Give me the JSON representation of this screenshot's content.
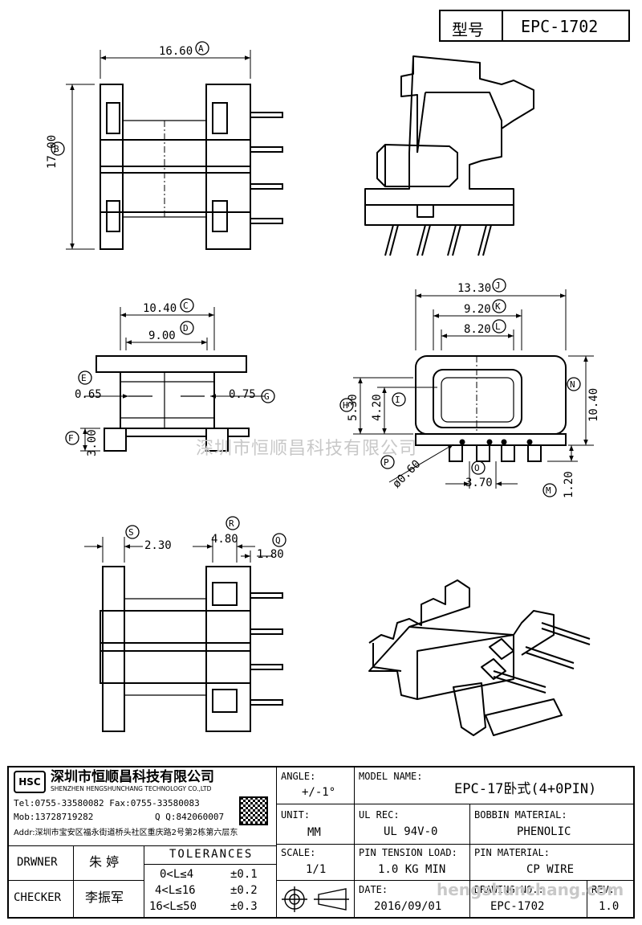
{
  "header": {
    "model_label": "型号",
    "model_value": "EPC-1702"
  },
  "dimensions": {
    "A": {
      "letter": "A",
      "value": "16.60"
    },
    "B": {
      "letter": "B",
      "value": "17.00"
    },
    "C": {
      "letter": "C",
      "value": "10.40"
    },
    "D": {
      "letter": "D",
      "value": "9.00"
    },
    "E": {
      "letter": "E",
      "value": "0.65"
    },
    "G": {
      "letter": "G",
      "value": "0.75"
    },
    "F": {
      "letter": "F",
      "value": "3.00"
    },
    "J": {
      "letter": "J",
      "value": "13.30"
    },
    "K": {
      "letter": "K",
      "value": "9.20"
    },
    "L": {
      "letter": "L",
      "value": "8.20"
    },
    "H": {
      "letter": "H",
      "value": "5.30"
    },
    "I": {
      "letter": "I",
      "value": "4.20"
    },
    "N": {
      "letter": "N",
      "value": "10.40"
    },
    "P": {
      "letter": "P",
      "value": "ø0.60"
    },
    "O": {
      "letter": "O",
      "value": "3.70"
    },
    "M": {
      "letter": "M",
      "value": "1.20"
    },
    "S": {
      "letter": "S",
      "value": "2.30"
    },
    "R": {
      "letter": "R",
      "value": "4.80"
    },
    "Q": {
      "letter": "Q",
      "value": "1.80"
    }
  },
  "company": {
    "logo_text": "HSC",
    "name_cn": "深圳市恒顺昌科技有限公司",
    "name_en": "SHENZHEN HENGSHUNCHANG TECHNOLOGY CO.,LTD",
    "tel": "Tel:0755-33580082 Fax:0755-33580083",
    "mob": "Mob:13728719282",
    "qq": "Q  Q:842060007",
    "addr": "Addr:深圳市宝安区福永街道桥头社区重庆路2号第2栋第六层东"
  },
  "title_block": {
    "drawer_label": "DRWNER",
    "drawer_value": "朱 婷",
    "checker_label": "CHECKER",
    "checker_value": "李振军",
    "tolerances_label": "TOLERANCES",
    "tol1_range": "0<L≤4",
    "tol1_value": "±0.1",
    "tol2_range": "4<L≤16",
    "tol2_value": "±0.2",
    "tol3_range": "16<L≤50",
    "tol3_value": "±0.3",
    "angle_label": "ANGLE:",
    "angle_value": "+/-1°",
    "unit_label": "UNIT:",
    "unit_value": "MM",
    "scale_label": "SCALE:",
    "scale_value": "1/1",
    "model_name_label": "MODEL NAME:",
    "model_name_value": "EPC-17卧式(4+0PIN)",
    "ul_label": "UL REC:",
    "ul_value": "UL 94V-0",
    "bobbin_label": "BOBBIN MATERIAL:",
    "bobbin_value": "PHENOLIC",
    "pin_tension_label": "PIN TENSION LOAD:",
    "pin_tension_value": "1.0 KG MIN",
    "pin_material_label": "PIN MATERIAL:",
    "pin_material_value": "CP WIRE",
    "date_label": "DATE:",
    "date_value": "2016/09/01",
    "drawing_no_label": "DRAWING NO.:",
    "drawing_no_value": "EPC-1702",
    "rev_label": "REV:",
    "rev_value": "1.0"
  },
  "watermarks": {
    "center": "深圳市恒顺昌科技有限公司",
    "corner": "hengshunchang.com"
  }
}
